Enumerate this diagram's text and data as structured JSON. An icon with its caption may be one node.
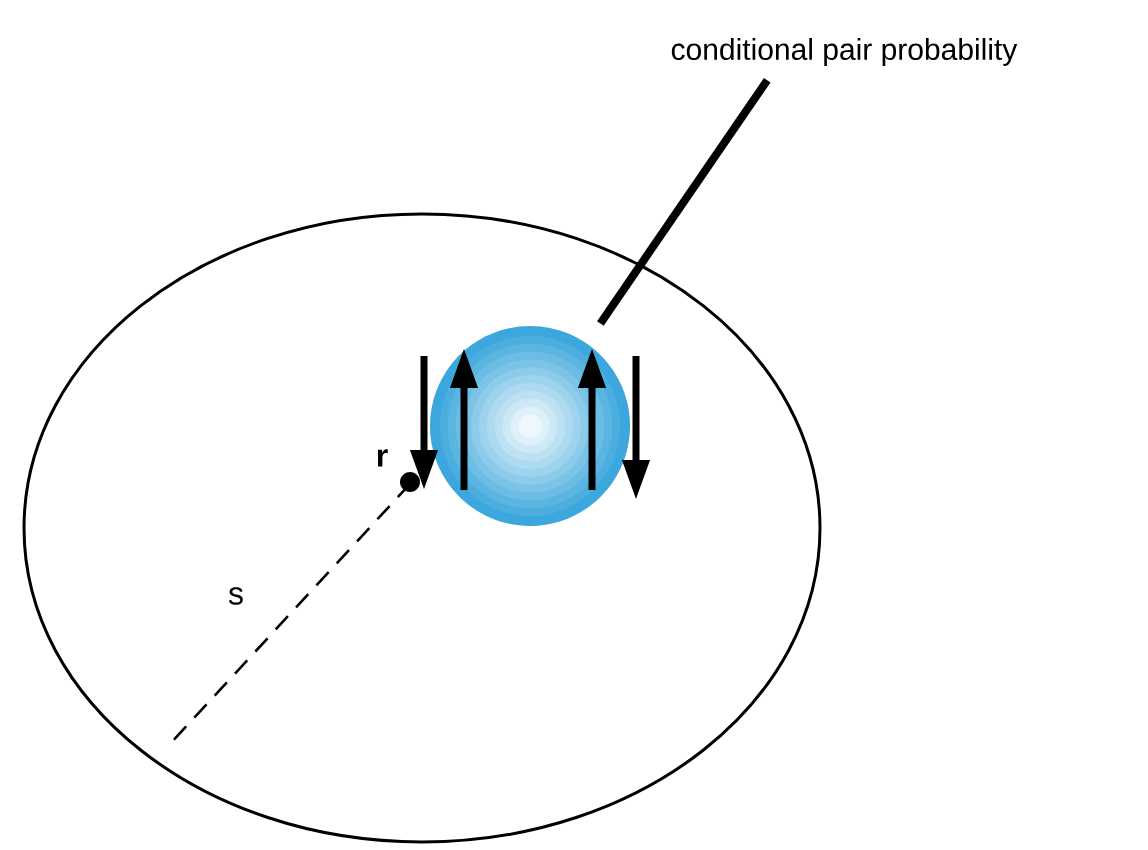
{
  "diagram": {
    "nodes": [
      {
        "text": [
          "conditional pair probability"
        ]
      },
      {
        "text": [],
        "shape": "circle"
      }
    ],
    "edges": [
      {
        "from": 0,
        "to": 1,
        "arrow": "none"
      }
    ],
    "labels": [
      "r",
      "s"
    ]
  }
}
